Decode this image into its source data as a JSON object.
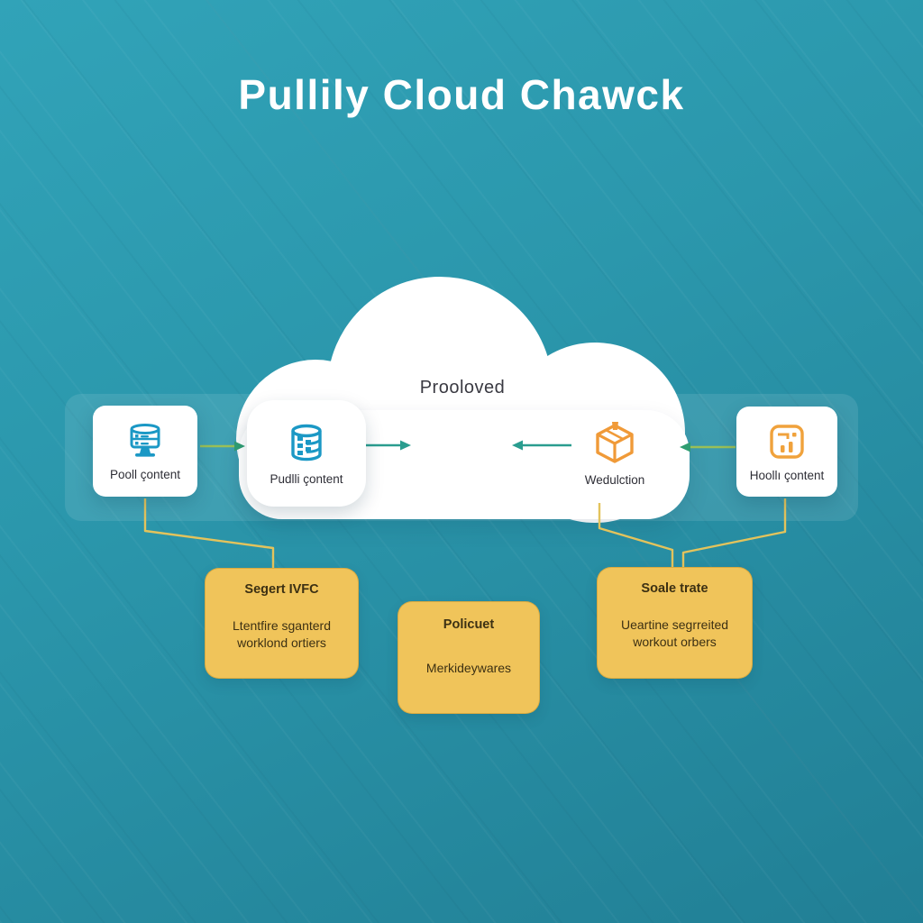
{
  "title": "Pullily Cloud Chawck",
  "cloud": {
    "label": "Prooloved"
  },
  "nodes": [
    {
      "label": "Pooll çontent",
      "icon": "server-monitor-icon"
    },
    {
      "label": "Pudlli çontent",
      "icon": "database-icon"
    },
    {
      "label": "Wedulction",
      "icon": "open-cube-icon"
    },
    {
      "label": "Hoollı çontent",
      "icon": "chart-box-icon"
    }
  ],
  "callouts": [
    {
      "heading": "Segert IVFC",
      "body": [
        "Ltentfire sganterd",
        "worklond ortiers"
      ]
    },
    {
      "heading": "Policuet",
      "body": [
        "Merkideywares"
      ]
    },
    {
      "heading": "Soale trate",
      "body": [
        "Ueartine segrreited",
        "workout orbers"
      ]
    }
  ],
  "colors": {
    "background_top": "#31a3b8",
    "background_bottom": "#217f95",
    "cloud_white": "#ffffff",
    "node_blue": "#1b98c5",
    "node_orange": "#f09a38",
    "callout_fill": "#f0c45a",
    "arrow_teal": "#2a9d8f",
    "arrow_yellow_green": "#9abf57",
    "connector_yellow": "#e3c35c",
    "connector_green": "#6fae62",
    "title_text": "#ffffff",
    "label_text": "#2e2e36",
    "callout_text": "#3c3013"
  }
}
